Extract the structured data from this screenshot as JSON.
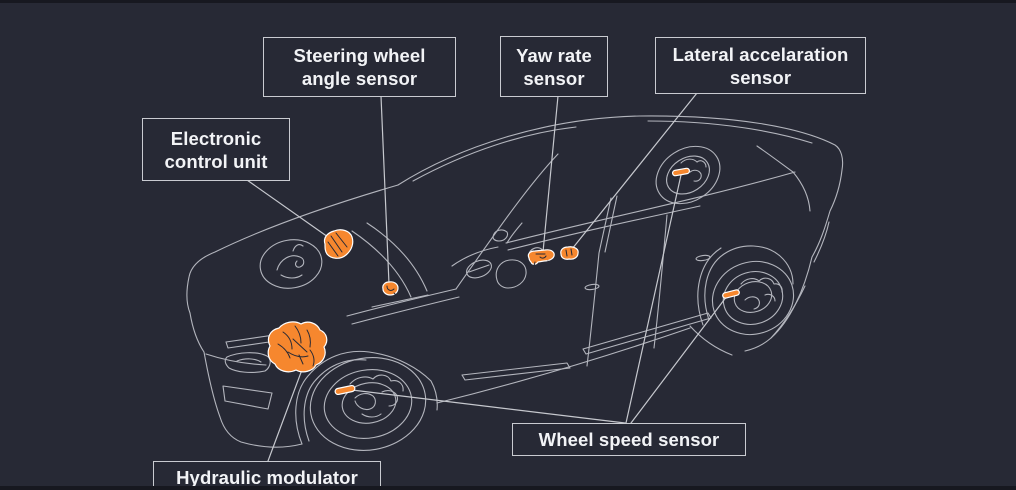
{
  "colors": {
    "background": "#272935",
    "letterbox": "#171820",
    "car_line": "#b3b5bd",
    "leader_line": "#c6c8ce",
    "component_orange": "#f6872e",
    "component_outline": "#ffffff",
    "box_border": "#c9cbd1",
    "label_text": "#f2f3f6"
  },
  "labels": {
    "steering": {
      "line1": "Steering wheel",
      "line2": "angle sensor"
    },
    "yaw": {
      "line1": "Yaw rate",
      "line2": "sensor"
    },
    "lateral": {
      "line1": "Lateral accelaration",
      "line2": "sensor"
    },
    "ecu": {
      "line1": "Electronic",
      "line2": "control unit"
    },
    "wheel_speed": {
      "text": "Wheel speed sensor"
    },
    "hydraulic": {
      "text": "Hydraulic modulator"
    }
  },
  "components": [
    {
      "name": "electronic-control-unit"
    },
    {
      "name": "steering-wheel-angle-sensor"
    },
    {
      "name": "yaw-rate-sensor"
    },
    {
      "name": "lateral-acceleration-sensor"
    },
    {
      "name": "hydraulic-modulator"
    },
    {
      "name": "wheel-speed-sensor-front"
    },
    {
      "name": "wheel-speed-sensor-rear"
    },
    {
      "name": "wheel-speed-sensor-far"
    }
  ]
}
